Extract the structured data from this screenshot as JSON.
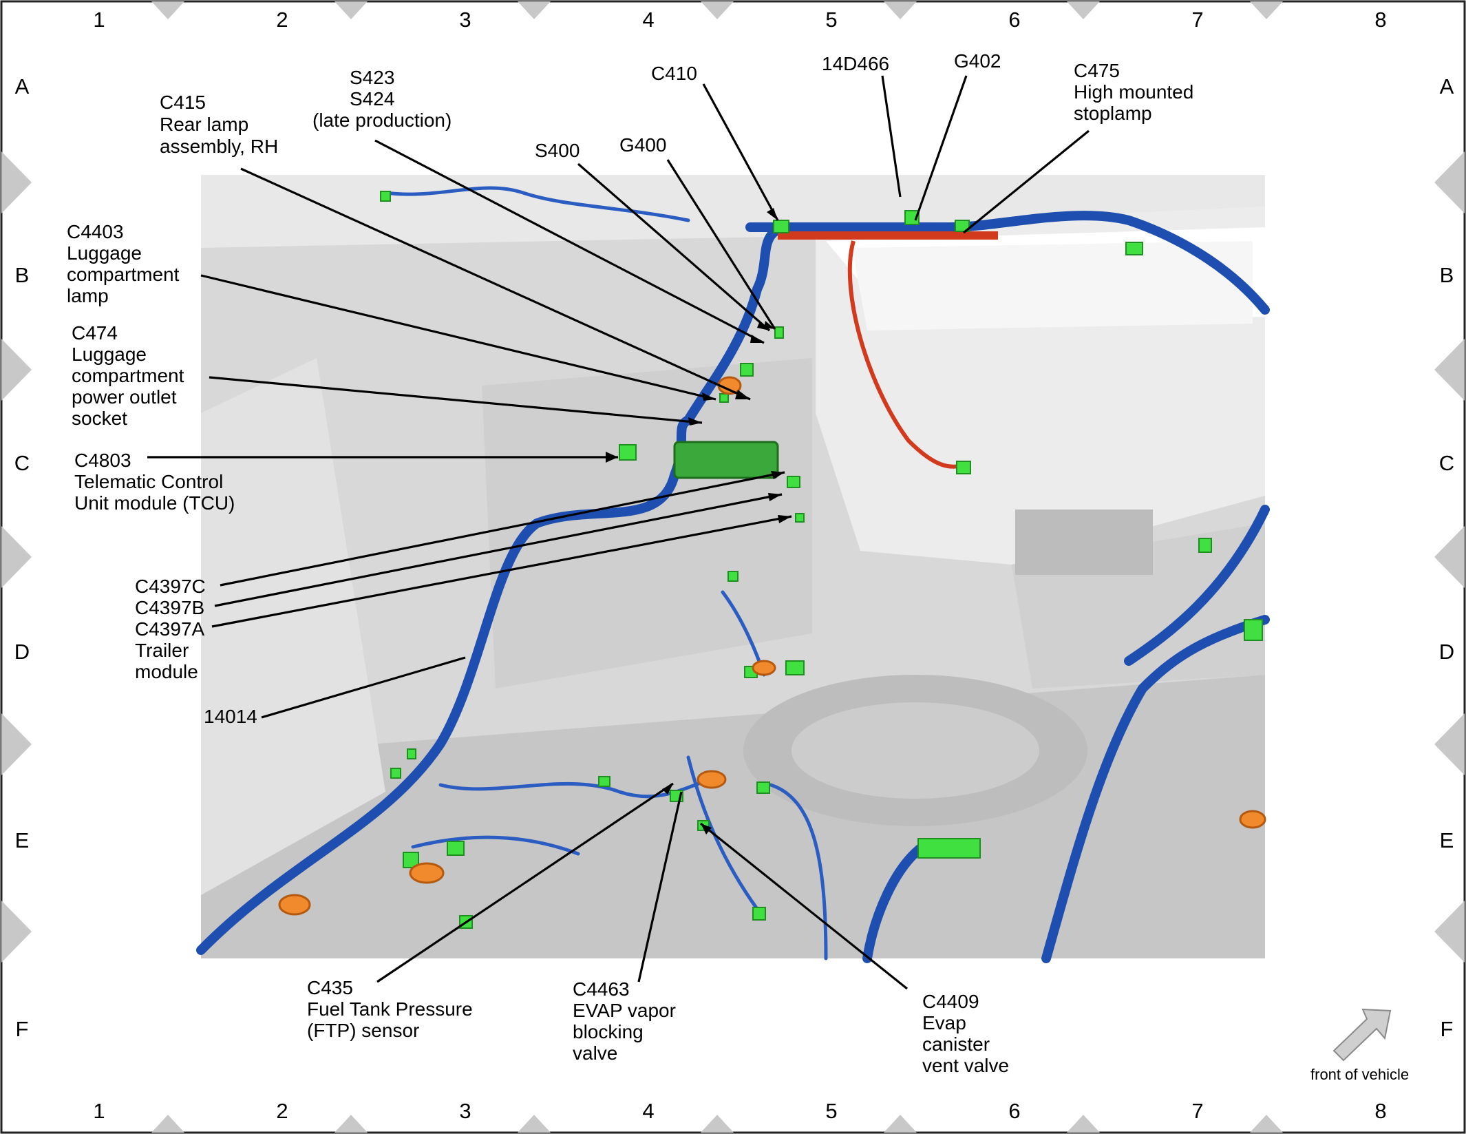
{
  "grid": {
    "columns": [
      "1",
      "2",
      "3",
      "4",
      "5",
      "6",
      "7",
      "8"
    ],
    "rows": [
      "A",
      "B",
      "C",
      "D",
      "E",
      "F"
    ]
  },
  "callouts": {
    "c415": [
      "C415",
      "Rear lamp",
      "assembly, RH"
    ],
    "s423": [
      "S423",
      "S424",
      "(late production)"
    ],
    "c410": [
      "C410"
    ],
    "d14d466": [
      "14D466"
    ],
    "g402": [
      "G402"
    ],
    "c475": [
      "C475",
      "High mounted",
      "stoplamp"
    ],
    "s400": [
      "S400"
    ],
    "g400": [
      "G400"
    ],
    "c4403": [
      "C4403",
      "Luggage",
      "compartment",
      "lamp"
    ],
    "c474": [
      "C474",
      "Luggage",
      "compartment",
      "power outlet",
      "socket"
    ],
    "c4803": [
      "C4803",
      "Telematic Control",
      "Unit module (TCU)"
    ],
    "c4397": [
      "C4397C",
      "C4397B",
      "C4397A",
      "Trailer",
      "module"
    ],
    "h14014": [
      "14014"
    ],
    "c435": [
      "C435",
      "Fuel Tank Pressure",
      "(FTP) sensor"
    ],
    "c4463": [
      "C4463",
      "EVAP vapor",
      "blocking",
      "valve"
    ],
    "c4409": [
      "C4409",
      "Evap",
      "canister",
      "vent valve"
    ]
  },
  "orientation": {
    "label": "front of vehicle",
    "icon": "arrow-icon"
  },
  "colors": {
    "harness": "#1e4fb0",
    "connector": "#3fe040",
    "grommet": "#f08a2c",
    "red_wire": "#d23a1e",
    "body": "#d8d8d8",
    "frame_marker": "#c8c8c8"
  }
}
